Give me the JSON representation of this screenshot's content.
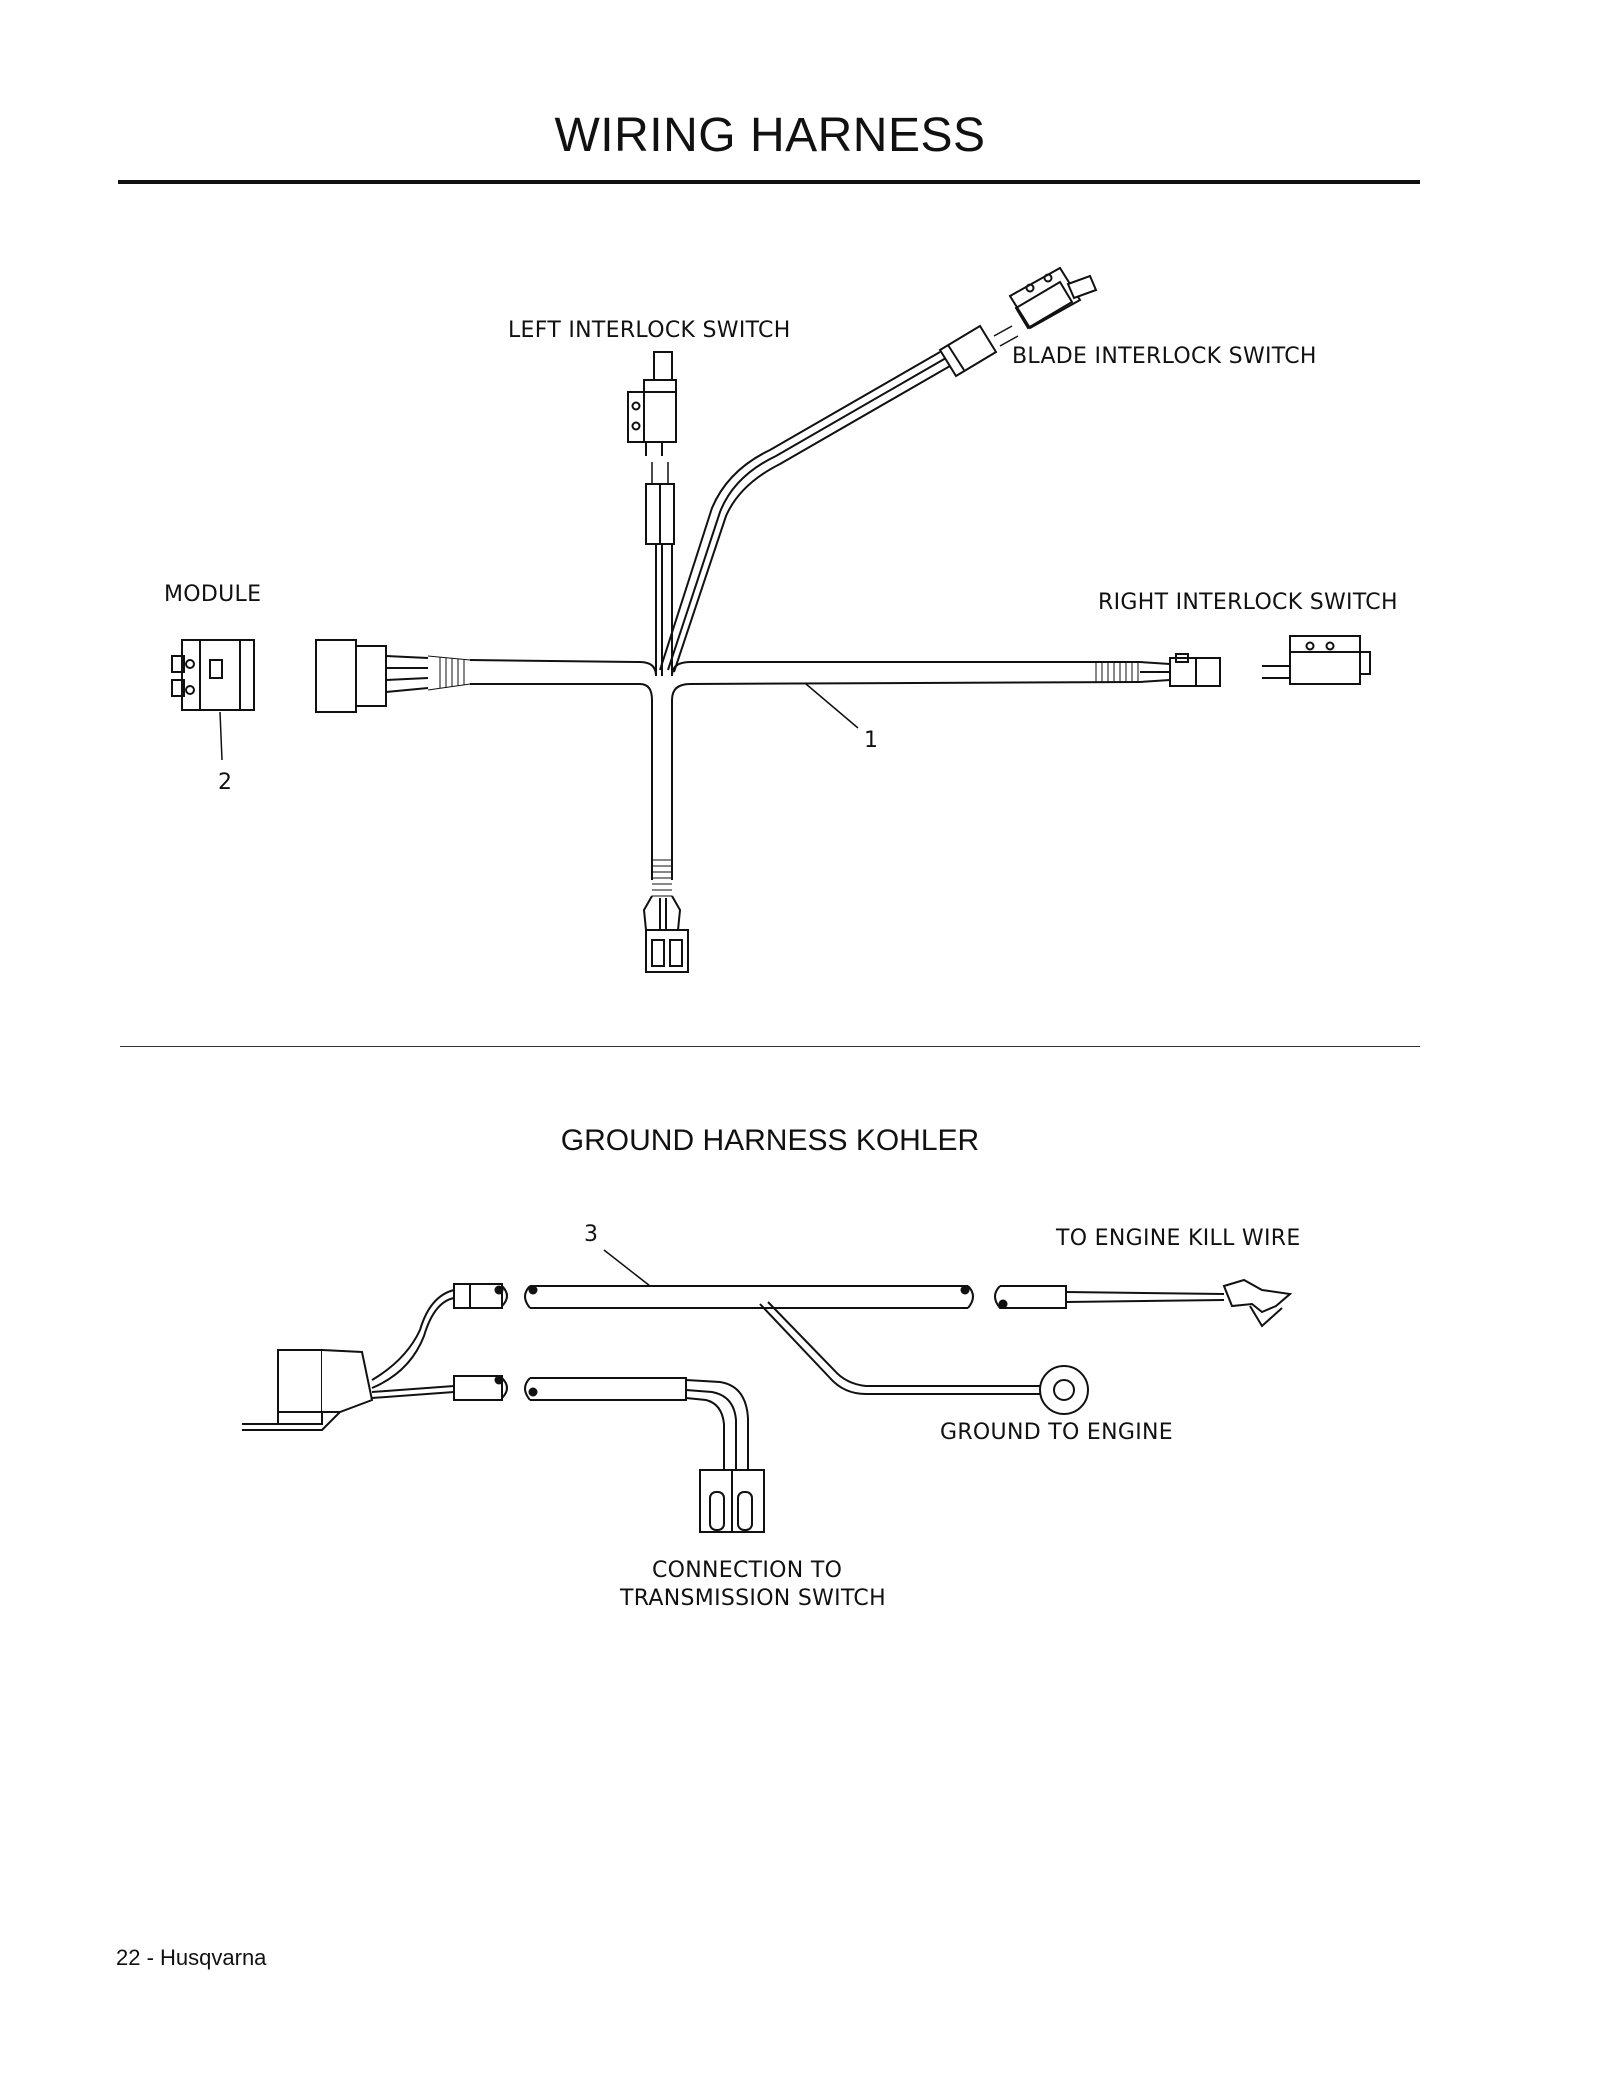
{
  "page": {
    "title": "WIRING HARNESS",
    "footer": "22 - Husqvarna"
  },
  "wiring_harness": {
    "labels": {
      "left_interlock_switch": "LEFT INTERLOCK SWITCH",
      "blade_interlock_switch": "BLADE INTERLOCK SWITCH",
      "module": "MODULE",
      "right_interlock_switch": "RIGHT INTERLOCK SWITCH"
    },
    "callouts": {
      "harness": "1",
      "module": "2"
    }
  },
  "ground_harness": {
    "title": "GROUND HARNESS KOHLER",
    "labels": {
      "to_engine_kill_wire": "TO ENGINE KILL WIRE",
      "ground_to_engine": "GROUND TO ENGINE",
      "connection_to_transmission_switch_line1": "CONNECTION TO",
      "connection_to_transmission_switch_line2": "TRANSMISSION SWITCH"
    },
    "callouts": {
      "ground_harness": "3"
    }
  }
}
